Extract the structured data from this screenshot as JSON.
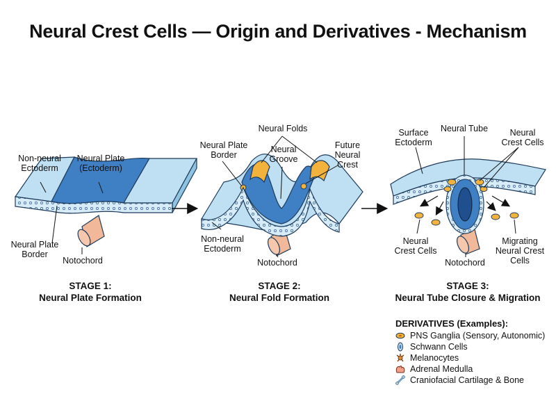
{
  "title": "Neural Crest Cells — Origin and Derivatives - Mechanism",
  "stage1": {
    "heading": "STAGE 1:",
    "caption": "Neural Plate Formation",
    "labels": {
      "non_neural_ectoderm": "Non-neural\nEctoderm",
      "neural_plate": "Neural Plate\n(Ectoderm)",
      "neural_plate_border": "Neural Plate\nBorder",
      "notochord": "Notochord"
    }
  },
  "stage2": {
    "heading": "STAGE 2:",
    "caption": "Neural Fold Formation",
    "labels": {
      "neural_folds": "Neural Folds",
      "neural_plate_border": "Neural Plate\nBorder",
      "neural_groove": "Neural\nGroove",
      "future_neural_crest": "Future\nNeural\nCrest",
      "non_neural_ectoderm": "Non-neural\nEctoderm",
      "notochord": "Notochord"
    }
  },
  "stage3": {
    "heading": "STAGE 3:",
    "caption": "Neural Tube Closure & Migration",
    "labels": {
      "surface_ectoderm": "Surface\nEctoderm",
      "neural_tube": "Neural Tube",
      "neural_crest_cells_top": "Neural\nCrest Cells",
      "neural_crest_cells_left": "Neural\nCrest Cells",
      "notochord": "Notochord",
      "migrating_neural_crest_cells": "Migrating\nNeural Crest\nCells"
    }
  },
  "legend": {
    "title": "DERIVATIVES (Examples):",
    "items": [
      {
        "label": "PNS Ganglia (Sensory, Autonomic)",
        "icon": "ganglion-icon"
      },
      {
        "label": "Schwann Cells",
        "icon": "schwann-cell-icon"
      },
      {
        "label": "Melanocytes",
        "icon": "melanocyte-icon"
      },
      {
        "label": "Adrenal Medulla",
        "icon": "adrenal-medulla-icon"
      },
      {
        "label": "Craniofacial Cartilage & Bone",
        "icon": "bone-icon"
      }
    ]
  },
  "colors": {
    "light_ectoderm": "#bfe0f2",
    "neural_plate": "#3f7fc4",
    "neural_crest": "#f2b23c",
    "notochord": "#f2b89a",
    "outline": "#1d3a5a"
  }
}
